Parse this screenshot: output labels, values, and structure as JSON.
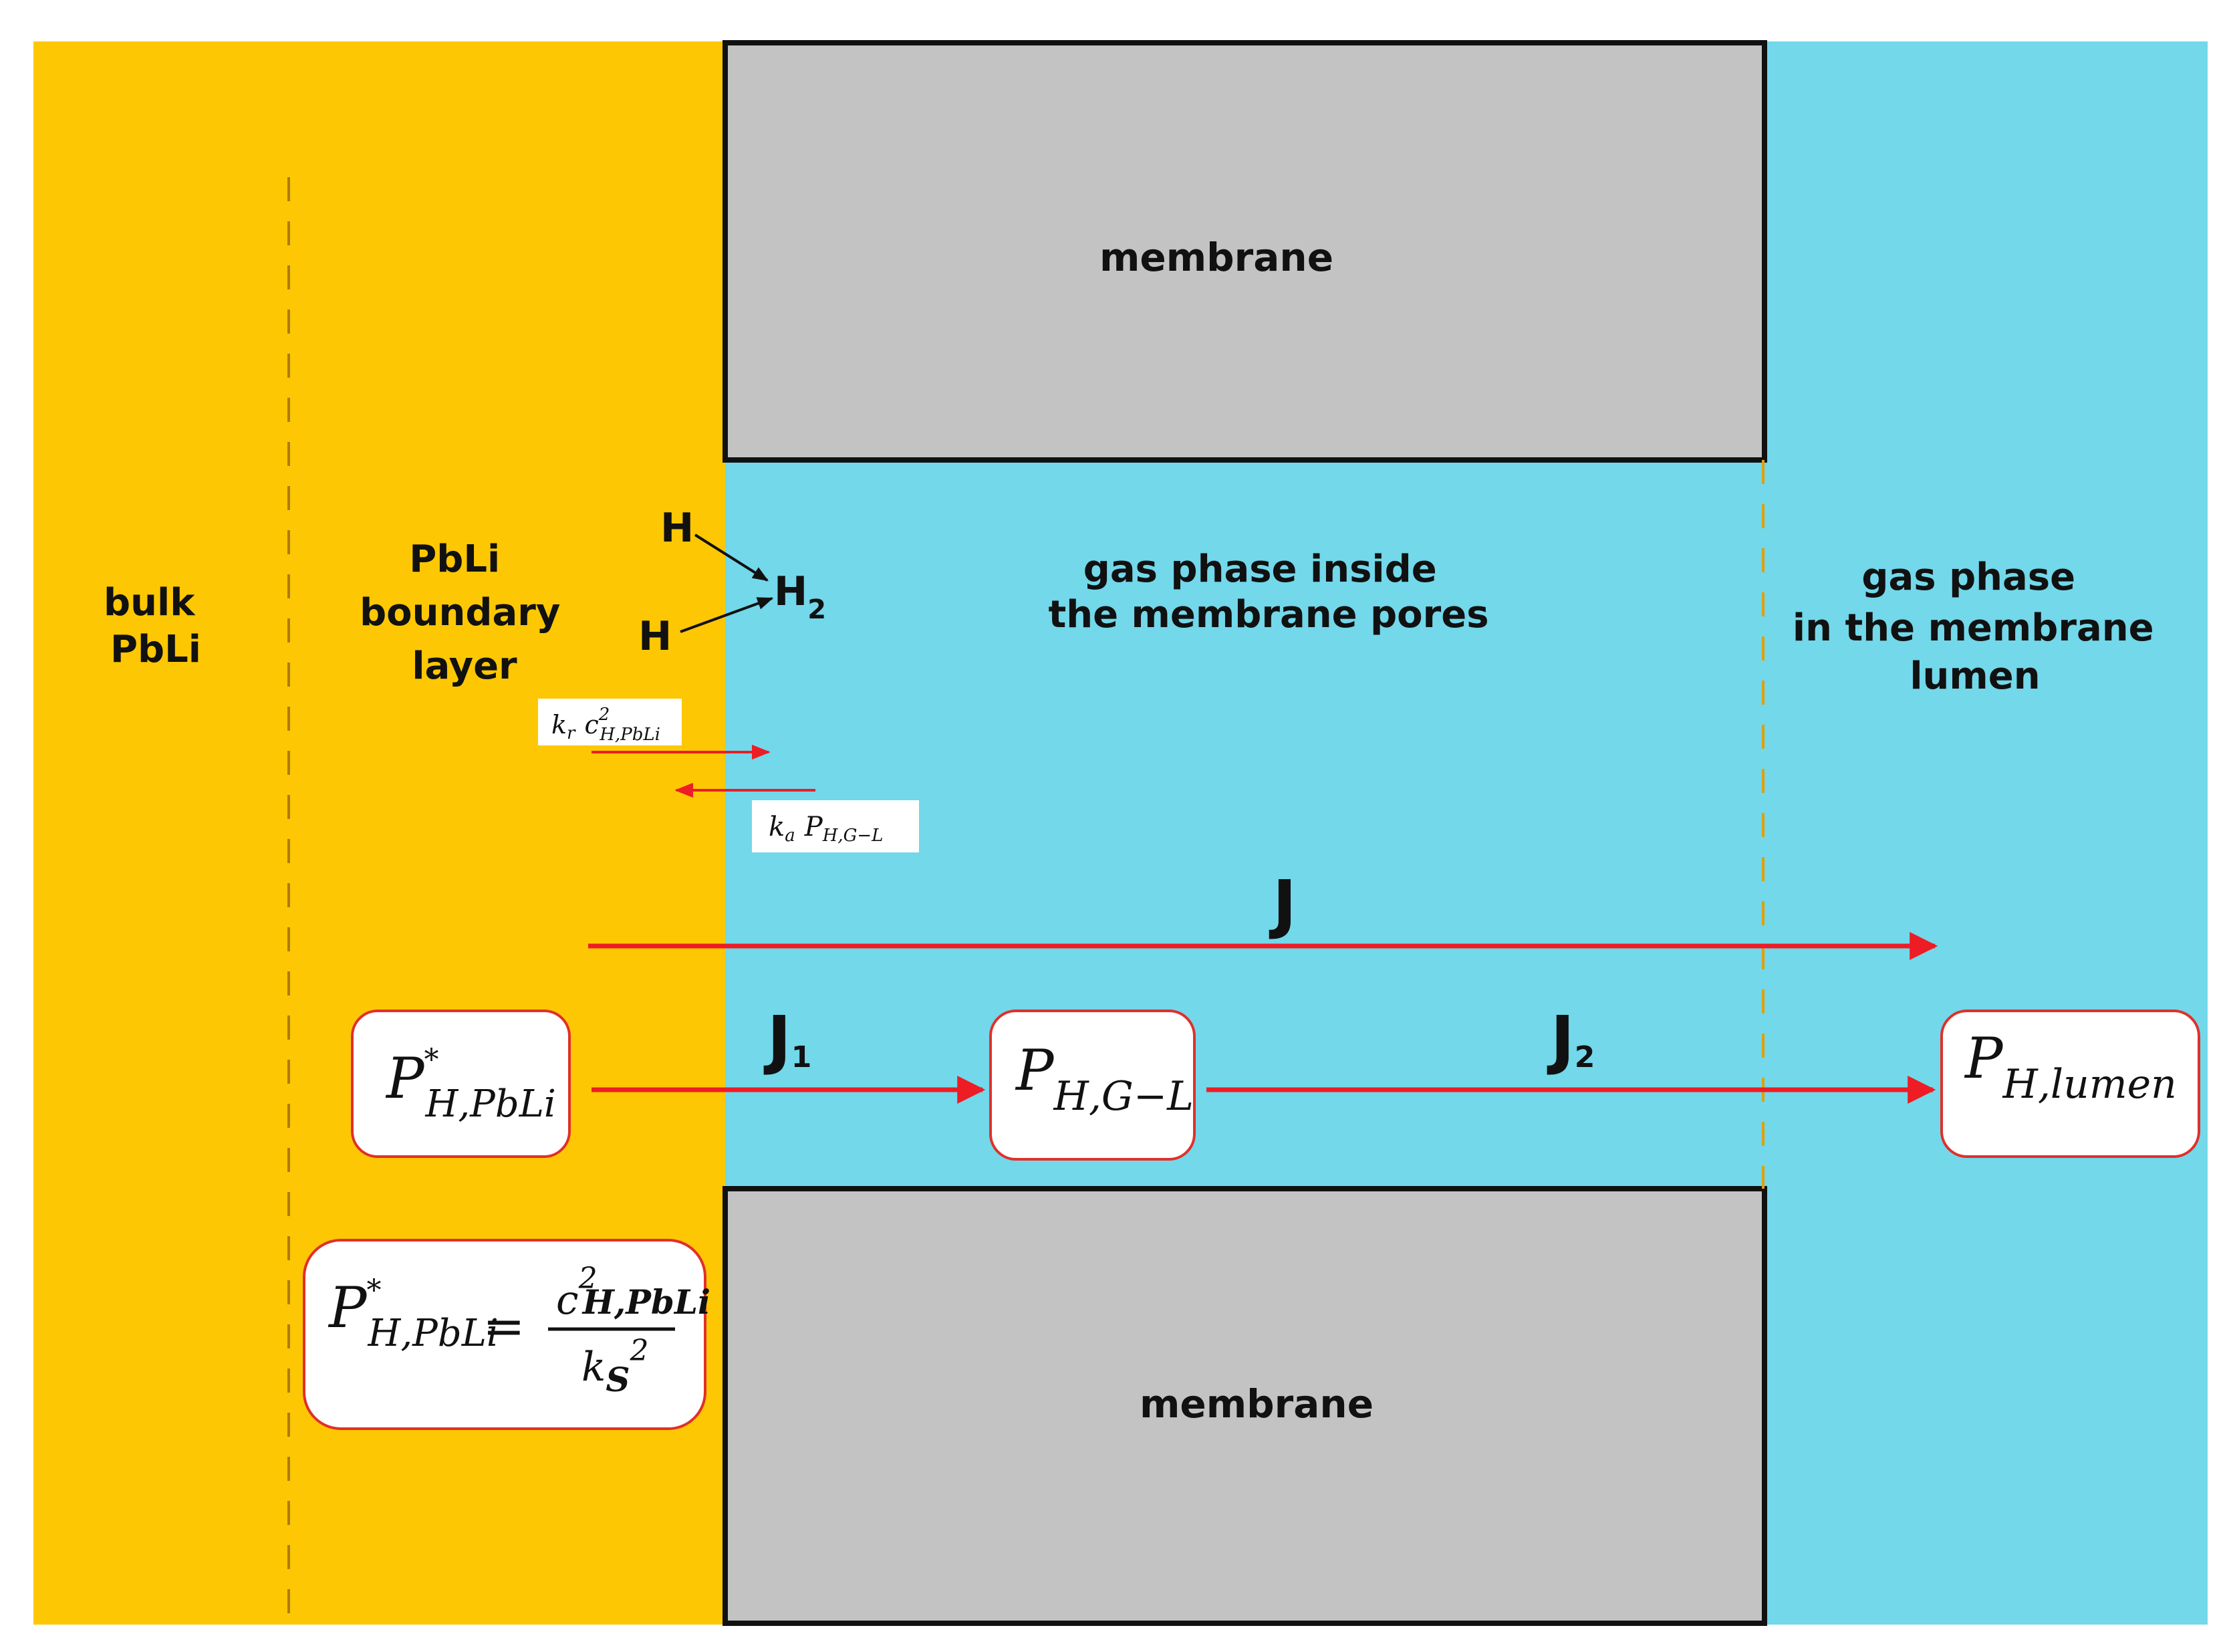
{
  "colors": {
    "pbli": "#FDC703",
    "gas": "#72D8EA",
    "membrane": "#C3C3C3",
    "arrow": "#EE1C24",
    "outline": "#111111",
    "box_border": "#E0302A"
  },
  "regions": {
    "bulk": {
      "line1": "bulk",
      "line2": "PbLi"
    },
    "boundary": {
      "line1": "PbLi",
      "line2": "boundary",
      "line3": "layer"
    },
    "membrane_top": "membrane",
    "membrane_bottom": "membrane",
    "pores": {
      "line1": "gas phase inside",
      "line2": "the membrane pores"
    },
    "lumen": {
      "line1": "gas phase",
      "line2": "in the membrane",
      "line3": "lumen"
    }
  },
  "reaction": {
    "h_top": "H",
    "h_bottom": "H",
    "h2_main": "H",
    "h2_sub": "2"
  },
  "kinetics": {
    "recomb": {
      "k": "k",
      "k_sub": "r",
      "c": "c",
      "c_sup": "2",
      "c_sub": "H,PbLi"
    },
    "absorb": {
      "k": "k",
      "k_sub": "a",
      "p": "P",
      "p_sub": "H,G−L"
    }
  },
  "fluxes": {
    "J": "J",
    "J1": {
      "main": "J",
      "sub": "1"
    },
    "J2": {
      "main": "J",
      "sub": "2"
    }
  },
  "pressure_boxes": {
    "pbli": {
      "main": "P",
      "sup": "*",
      "sub": "H,PbLi"
    },
    "gl": {
      "main": "P",
      "sub": "H,G−L"
    },
    "lumen": {
      "main": "P",
      "sub": "H,lumen"
    }
  },
  "equation": {
    "lhs_main": "P",
    "lhs_sup": "*",
    "lhs_sub": "H,PbLi",
    "equals": "=",
    "num_main": "c",
    "num_sup": "2",
    "num_sub": "H,PbLi",
    "den_main": "k",
    "den_sub": "S",
    "den_sup": "2"
  }
}
